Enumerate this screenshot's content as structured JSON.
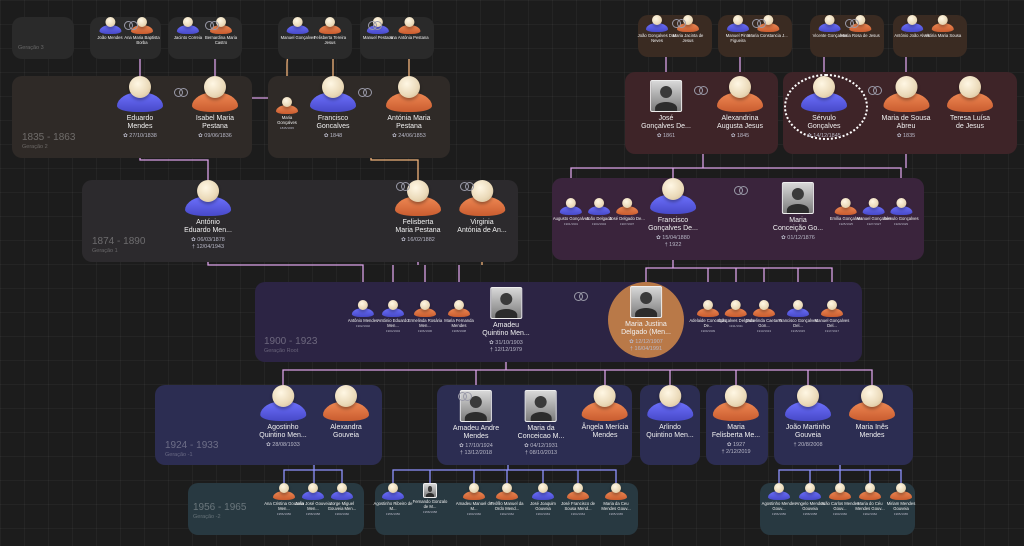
{
  "generations": [
    {
      "id": "g3",
      "range": "",
      "label": "Geração 3"
    },
    {
      "id": "g2",
      "range": "1835 - 1863",
      "label": "Geração 2"
    },
    {
      "id": "g1",
      "range": "1874 - 1890",
      "label": "Geração 1"
    },
    {
      "id": "root",
      "range": "1900 - 1923",
      "label": "Geração Root"
    },
    {
      "id": "gm1",
      "range": "1924 - 1933",
      "label": "Geração -1"
    },
    {
      "id": "gm2",
      "range": "1956 - 1965",
      "label": "Geração -2"
    }
  ],
  "people": {
    "p_jm": {
      "name": "João Mendes",
      "dates": ""
    },
    "p_am": {
      "name": "Ana Maria Baptista Borba",
      "dates": ""
    },
    "p_jc": {
      "name": "Jacinto Correia",
      "dates": ""
    },
    "p_bm": {
      "name": "Bernardina Maria Castro",
      "dates": ""
    },
    "p_mg": {
      "name": "Manuel Gonçalves",
      "dates": ""
    },
    "p_fj": {
      "name": "Felisberta Tereira Jesus",
      "dates": ""
    },
    "p_mp": {
      "name": "Manuel Pestana",
      "dates": ""
    },
    "p_ap": {
      "name": "Ana Antónia Pestana",
      "dates": ""
    },
    "p_jgd": {
      "name": "João Gonçalves Das Neves",
      "dates": ""
    },
    "p_mjj": {
      "name": "Maria Jacinta de Jesus",
      "dates": ""
    },
    "p_mff": {
      "name": "Manuel Pinto Figueira",
      "dates": ""
    },
    "p_mcj": {
      "name": "Maria Constancia J...",
      "dates": ""
    },
    "p_vg": {
      "name": "Vicente Gonçalves",
      "dates": ""
    },
    "p_mrj": {
      "name": "Maria Rosa de Jesus",
      "dates": ""
    },
    "p_ajs": {
      "name": "António João Alves",
      "dates": ""
    },
    "p_vms": {
      "name": "Vitória Maria Sousa",
      "dates": ""
    },
    "eduardo": {
      "name": "Eduardo\nMendes",
      "dates": "✿ 27/10/1838"
    },
    "isabel": {
      "name": "Isabel Maria\nPestana",
      "dates": "✿ 09/06/1836"
    },
    "maria_g": {
      "name": "Maria\nGonçalves",
      "dates": "1845/1845"
    },
    "francisco_g": {
      "name": "Francisco\nGoncalves",
      "dates": "✿ 1848"
    },
    "antonia_mp": {
      "name": "Antónia Maria\nPestana",
      "dates": "✿ 24/06/1853"
    },
    "jose_g": {
      "name": "José\nGonçalves De...",
      "dates": "✿ 1861"
    },
    "alexandrina": {
      "name": "Alexandrina\nAugusta Jesus",
      "dates": "✿ 1845"
    },
    "servulo": {
      "name": "Sérvulo\nGonçalves",
      "dates": "✿ 14/12/1845"
    },
    "maria_sa": {
      "name": "Maria de Sousa\nAbreu",
      "dates": "✿ 1835"
    },
    "teresa": {
      "name": "Teresa Luísa\nde Jesus",
      "dates": ""
    },
    "antonio_em": {
      "name": "António\nEduardo Men...",
      "dates": "✿ 06/03/1878\n† 12/04/1943"
    },
    "felisberta": {
      "name": "Felisberta\nMaria Pestana",
      "dates": "✿ 16/02/1882"
    },
    "virginia": {
      "name": "Virginia\nAntónia de An...",
      "dates": ""
    },
    "francisco_gd": {
      "name": "Francisco\nGonçalves De...",
      "dates": "✿ 15/04/1880\n† 1922"
    },
    "maria_cg": {
      "name": "Maria\nConceição Go...",
      "dates": "✿ 01/12/1876"
    },
    "s_ag": {
      "name": "Augusto Gonçalves",
      "dates": "1901/1901"
    },
    "s_jd": {
      "name": "João Delgado",
      "dates": "1904/1904"
    },
    "s_jmd": {
      "name": "José Delgado De...",
      "dates": "1907/1907"
    },
    "s_eg": {
      "name": "Emília Gonçalves",
      "dates": "1925/1925"
    },
    "s_mga": {
      "name": "Manuel Gonçalves",
      "dates": "1927/1927"
    },
    "s_sg": {
      "name": "Sérvulo Gonçalves",
      "dates": "1929/1929"
    },
    "r_am": {
      "name": "Antônio Mendes",
      "dates": "1902/1902"
    },
    "r_aem": {
      "name": "António Eduardo Men...",
      "dates": "1904/1904"
    },
    "r_ermm": {
      "name": "Ermelinda Rosária Men...",
      "dates": "1906/1906"
    },
    "r_mfm": {
      "name": "Maria Fernanda Mendes",
      "dates": "1908/1908"
    },
    "amadeu_q": {
      "name": "Amadeu\nQuintino Men...",
      "dates": "✿ 31/10/1903\n† 12/12/1979"
    },
    "maria_j": {
      "name": "Maria Justina\nDelgado (Men...",
      "dates": "✿ 12/12/1907\n† 16/04/1991"
    },
    "r_ag": {
      "name": "Adelaide Conceição De...",
      "dates": "1909/1909"
    },
    "r_gd": {
      "name": "Gonçalves Delgado",
      "dates": "1911/1911"
    },
    "r_ecd": {
      "name": "Ermelinda Caetano Gon...",
      "dates": "1913/1913"
    },
    "r_fdm": {
      "name": "Francisco Gonçalves Del...",
      "dates": "1915/1915"
    },
    "r_mgd": {
      "name": "Manuel Gonçalves Del...",
      "dates": "1917/1917"
    },
    "agostinho": {
      "name": "Agostinho\nQuintino Men...",
      "dates": "✿ 28/08/1933"
    },
    "alexandra": {
      "name": "Alexandra\nGouveia",
      "dates": ""
    },
    "amadeu_a": {
      "name": "Amadeu Andre\nMendes",
      "dates": "✿ 17/10/1924\n† 13/12/2018"
    },
    "maria_cm": {
      "name": "Maria da\nConceicao M...",
      "dates": "✿ 04/12/1931\n† 08/10/2013"
    },
    "angela": {
      "name": "Ângela Merícia\nMendes",
      "dates": ""
    },
    "arlindo": {
      "name": "Arlindo\nQuintino Men...",
      "dates": ""
    },
    "maria_fm": {
      "name": "Maria\nFelisberta Me...",
      "dates": "✿ 1927\n† 2/12/2019"
    },
    "joao_mg": {
      "name": "João Martinho\nGouveia",
      "dates": "† 20/8/2008"
    },
    "maria_im": {
      "name": "Maria Inês\nMendes",
      "dates": ""
    },
    "c_acm": {
      "name": "Ana Cristina Gouveia Men...",
      "dates": "1956/1956"
    },
    "c_jjm": {
      "name": "João José Gouveia Men...",
      "dates": "1958/1958"
    },
    "c_jmm": {
      "name": "Jorge Miguel Gouveia Men...",
      "dates": "1960/1960"
    },
    "c_agm": {
      "name": "Agostinho Ribeiro de M...",
      "dates": "1956/1956"
    },
    "c_fgm": {
      "name": "Fernando Gonzalo de M...",
      "dates": "1958/1958"
    },
    "c_am": {
      "name": "Amadeu Manuel de M...",
      "dates": "1960/1960"
    },
    "c_dmd": {
      "name": "Teófilo Manuel da Ordo Mend...",
      "dates": "1962/1962"
    },
    "c_jam": {
      "name": "José Joaquim Gouveia",
      "dates": "1963/1963"
    },
    "c_jfm": {
      "name": "José Francisco de Sousa Mend...",
      "dates": "1964/1964"
    },
    "c_mcm": {
      "name": "Maria da Ceu Mendes Gouv...",
      "dates": "1965/1965"
    },
    "c_amg": {
      "name": "Agostinho Mendes Gouv...",
      "dates": "1956/1956"
    },
    "c_amd": {
      "name": "Angelo Mendes Gouveia",
      "dates": "1958/1958"
    },
    "c_jcm": {
      "name": "João Carlos Mendes Gouv...",
      "dates": "1960/1960"
    },
    "c_mcg": {
      "name": "Maria do Céu Mendes Gouv...",
      "dates": "1962/1962"
    },
    "c_mmg": {
      "name": "Miriam Mendes Gouveia",
      "dates": "1965/1965"
    }
  }
}
